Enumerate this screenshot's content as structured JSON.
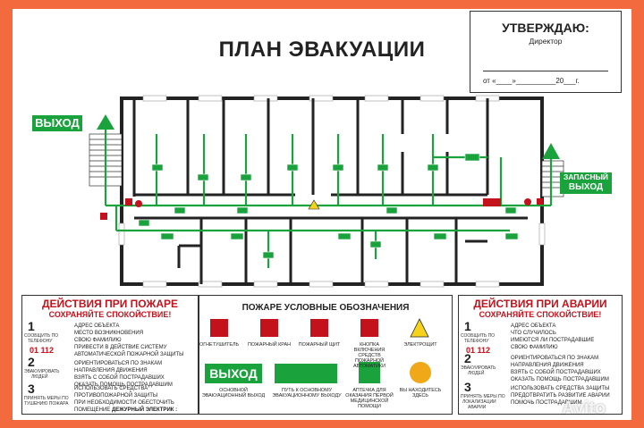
{
  "header": {
    "title": "ПЛАН ЭВАКУАЦИИ"
  },
  "approval": {
    "heading": "УТВЕРЖДАЮ:",
    "position": "Директор",
    "date_line": "от «____»__________20___г."
  },
  "plan": {
    "exit_main": "ВЫХОД",
    "exit_reserve_line1": "ЗАПАСНЫЙ",
    "exit_reserve_line2": "ВЫХОД"
  },
  "fire_panel": {
    "heading": "ДЕЙСТВИЯ ПРИ ПОЖАРЕ",
    "subheading": "СОХРАНЯЙТЕ СПОКОЙСТВИЕ!",
    "step1_side_1": "СООБЩИТЬ ПО",
    "step1_side_2": "ТЕЛЕФОНУ",
    "step1_phone": "01 112",
    "step1_items": [
      "АДРЕС ОБЪЕКТА",
      "МЕСТО ВОЗНИКНОВЕНИЯ",
      "СВОЮ ФАМИЛИЮ",
      "ПРИВЕСТИ В ДЕЙСТВИЕ СИСТЕМУ",
      "АВТОМАТИЧЕСКОЙ ПОЖАРНОЙ ЗАЩИТЫ"
    ],
    "step2_side_1": "ЭВАКУИРОВАТЬ",
    "step2_side_2": "ЛЮДЕЙ",
    "step2_items": [
      "ОРИЕНТИРОВАТЬСЯ ПО ЗНАКАМ",
      "НАПРАВЛЕНИЯ ДВИЖЕНИЯ",
      "ВЗЯТЬ С СОБОЙ ПОСТРАДАВШИХ",
      "ОКАЗАТЬ ПОМОЩЬ ПОСТРАДАВШИМ"
    ],
    "step3_side_1": "ПРИНЯТЬ МЕРЫ ПО",
    "step3_side_2": "ТУШЕНИЮ ПОЖАРА",
    "step3_items": [
      "ИСПОЛЬЗОВАТЬ СРЕДСТВА",
      "ПРОТИВОПОЖАРНОЙ ЗАЩИТЫ",
      "ПРИ НЕОБХОДИМОСТИ ОБЕСТОЧИТЬ"
    ],
    "step3_last": "ПОМЕЩЕНИЕ",
    "step3_duty": "ДЕЖУРНЫЙ ЭЛЕКТРИК :"
  },
  "legend": {
    "heading": "ПОЖАРЕ УСЛОВНЫЕ ОБОЗНАЧЕНИЯ",
    "items": [
      "ОГНЕТУШИТЕЛЬ",
      "ПОЖАРНЫЙ КРАН",
      "ПОЖАРНЫЙ ЩИТ",
      "КНОПКА ВКЛЮЧЕНИЯ СРЕДСТВ ПОЖАРНОЙ АВТОМАТИКИ",
      "ЭЛЕКТРОЩИТ"
    ],
    "exit_label": "ВЫХОД",
    "main_exit": "ОСНОВНОЙ ЭВАКУАЦИОННЫЙ ВЫХОД",
    "route": "ПУТЬ К ОСНОВНОМУ ЭВАКУАЦИОННОМУ ВЫХОДУ",
    "aid": "АПТЕЧКА ДЛЯ ОКАЗАНИЯ ПЕРВОЙ МЕДИЦИНСКОЙ ПОМОЩИ",
    "here": "ВЫ НАХОДИТЕСЬ ЗДЕСЬ"
  },
  "accident_panel": {
    "heading": "ДЕЙСТВИЯ ПРИ АВАРИИ",
    "subheading": "СОХРАНЯЙТЕ СПОКОЙСТВИЕ!",
    "step1_side_1": "СООБЩИТЬ ПО",
    "step1_side_2": "ТЕЛЕФОНУ",
    "step1_phone": "01 112",
    "step1_items": [
      "АДРЕС ОБЪЕКТА",
      "ЧТО СЛУЧИЛОСЬ",
      "ИМЕЮТСЯ ЛИ ПОСТРАДАВШИЕ",
      "СВОЮ ФАМИЛИЮ"
    ],
    "step2_side_1": "ЭВАКУИРОВАТЬ",
    "step2_side_2": "ЛЮДЕЙ",
    "step2_items": [
      "ОРИЕНТИРОВАТЬСЯ ПО ЗНАКАМ",
      "НАПРАВЛЕНИЯ ДВИЖЕНИЯ",
      "ВЗЯТЬ С СОБОЙ ПОСТРАДАВШИХ",
      "ОКАЗАТЬ ПОМОЩЬ ПОСТРАДАВШИМ"
    ],
    "step3_side_1": "ПРИНЯТЬ МЕРЫ ПО",
    "step3_side_2": "ЛОКАЛИЗАЦИИ",
    "step3_side_3": "АВАРИИ",
    "step3_items": [
      "ИСПОЛЬЗОВАТЬ СРЕДСТВА ЗАЩИТЫ",
      "ПРЕДОТВРАТИТЬ РАЗВИТИЕ АВАРИИ",
      "ПОМОЧЬ ПОСТРАДАВШИМ"
    ]
  },
  "watermark": "Avito",
  "colors": {
    "border": "#f26a3d",
    "exit_green": "#1aa33c",
    "alert_red": "#c3121b"
  }
}
